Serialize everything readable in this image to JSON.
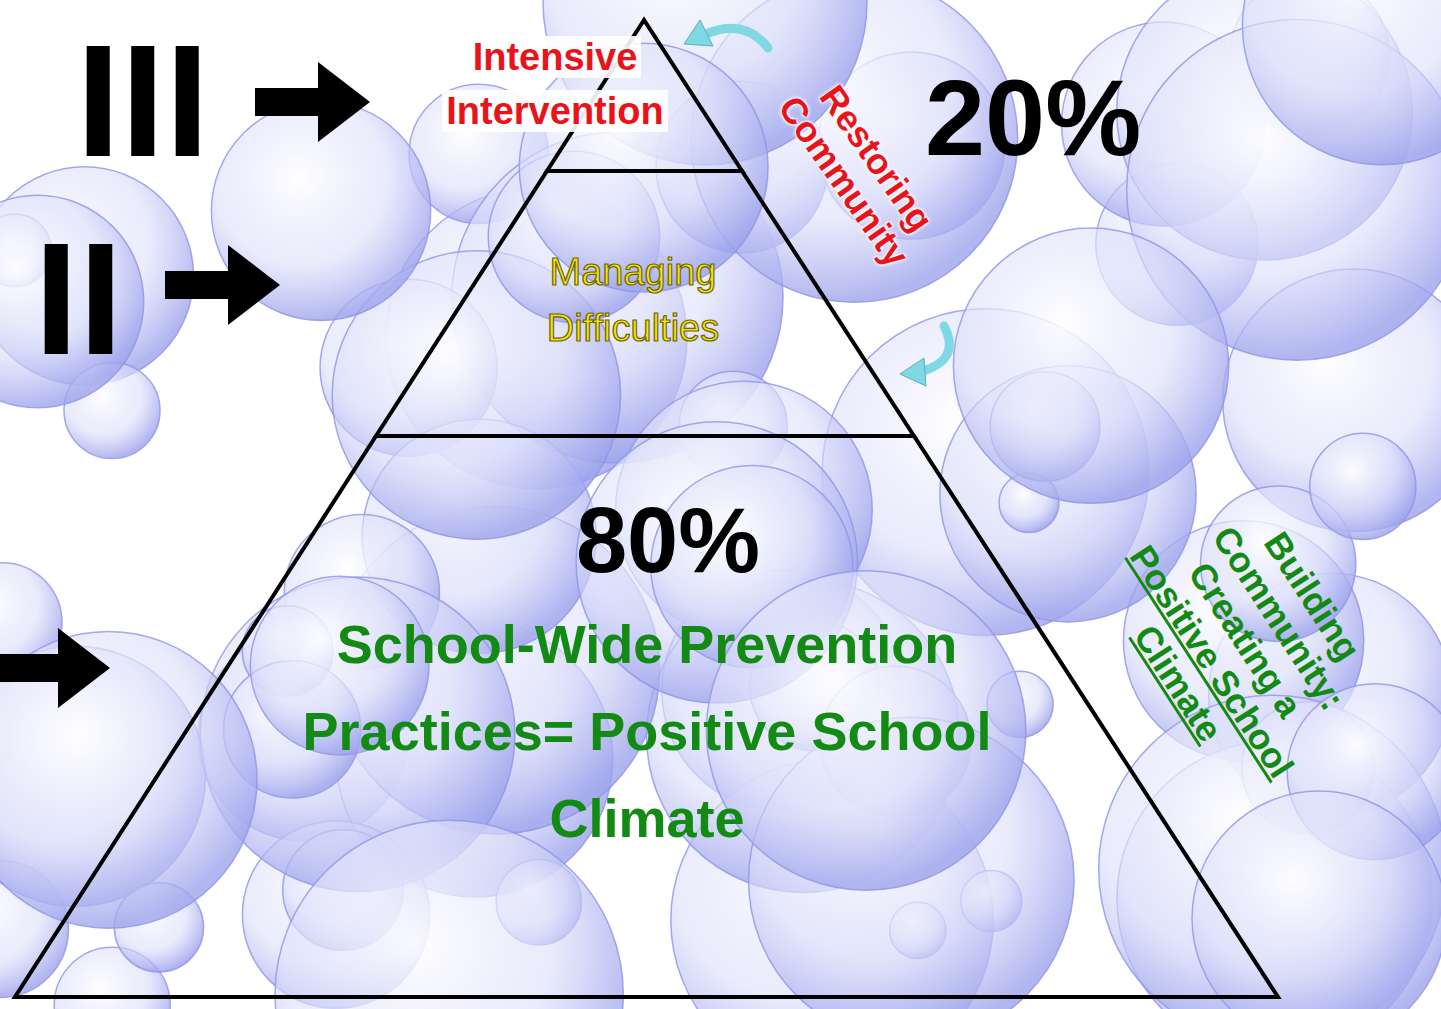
{
  "diagram": {
    "nodes": [
      {
        "text": [
          "Intensive Intervention"
        ]
      },
      {
        "text": [
          "Managing Difficulties"
        ]
      },
      {
        "text": [
          "80%",
          "School-Wide Prevention Practices= Positive School Climate"
        ]
      }
    ],
    "labels": [
      "III",
      "II",
      "Restoring Community",
      "20%",
      "Building Community: Creating a",
      "Positive School Climate"
    ]
  }
}
